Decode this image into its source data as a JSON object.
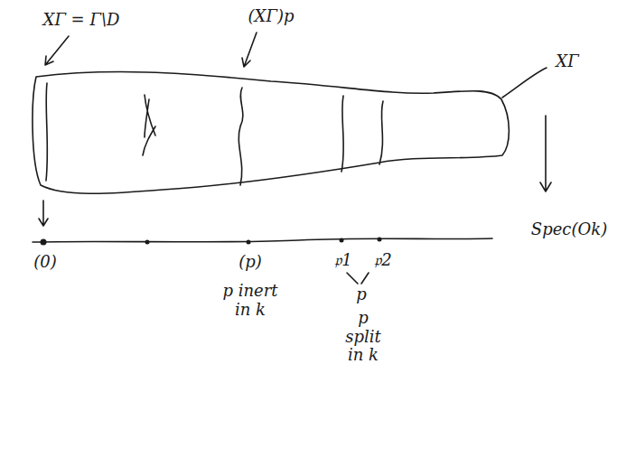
{
  "diagram": {
    "labels": [
      "XΓ = Γ\\D",
      "(XΓ)p",
      "XΓ",
      "(0)",
      "(p)",
      "𝔭1",
      "𝔭2",
      "p",
      "p inert in k",
      "p split in k",
      "Spec(Ok)"
    ]
  }
}
